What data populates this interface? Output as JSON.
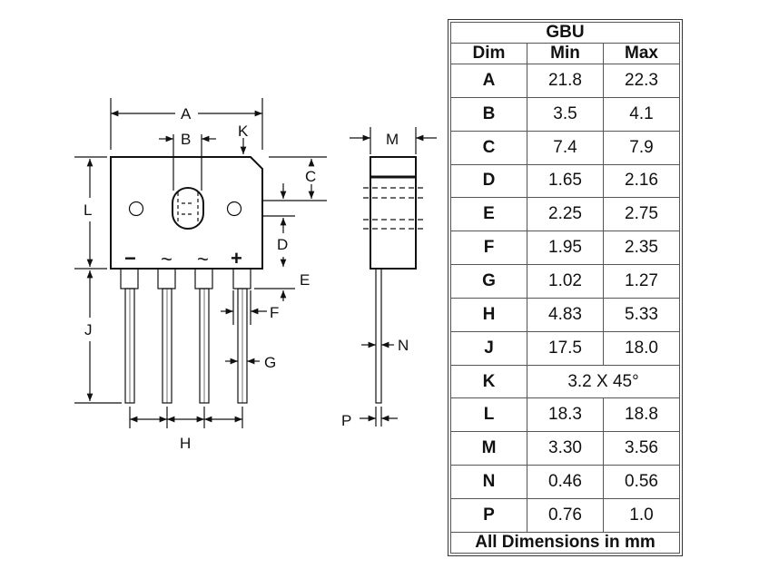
{
  "drawing": {
    "front_view": {
      "dim_labels": {
        "A": "A",
        "B": "B",
        "K": "K",
        "C": "C",
        "D": "D",
        "E": "E",
        "F": "F",
        "G": "G",
        "H": "H",
        "J": "J",
        "L": "L"
      },
      "pin_marks": [
        "−",
        "~",
        "~",
        "+"
      ]
    },
    "side_view": {
      "dim_labels": {
        "M": "M",
        "N": "N",
        "P": "P"
      }
    }
  },
  "table": {
    "package": "GBU",
    "headers": [
      "Dim",
      "Min",
      "Max"
    ],
    "rows": [
      {
        "dim": "A",
        "min": "21.8",
        "max": "22.3"
      },
      {
        "dim": "B",
        "min": "3.5",
        "max": "4.1"
      },
      {
        "dim": "C",
        "min": "7.4",
        "max": "7.9"
      },
      {
        "dim": "D",
        "min": "1.65",
        "max": "2.16"
      },
      {
        "dim": "E",
        "min": "2.25",
        "max": "2.75"
      },
      {
        "dim": "F",
        "min": "1.95",
        "max": "2.35"
      },
      {
        "dim": "G",
        "min": "1.02",
        "max": "1.27"
      },
      {
        "dim": "H",
        "min": "4.83",
        "max": "5.33"
      },
      {
        "dim": "J",
        "min": "17.5",
        "max": "18.0"
      },
      {
        "dim": "K",
        "span": "3.2 X 45°"
      },
      {
        "dim": "L",
        "min": "18.3",
        "max": "18.8"
      },
      {
        "dim": "M",
        "min": "3.30",
        "max": "3.56"
      },
      {
        "dim": "N",
        "min": "0.46",
        "max": "0.56"
      },
      {
        "dim": "P",
        "min": "0.76",
        "max": "1.0"
      }
    ],
    "footer": "All Dimensions in mm"
  }
}
